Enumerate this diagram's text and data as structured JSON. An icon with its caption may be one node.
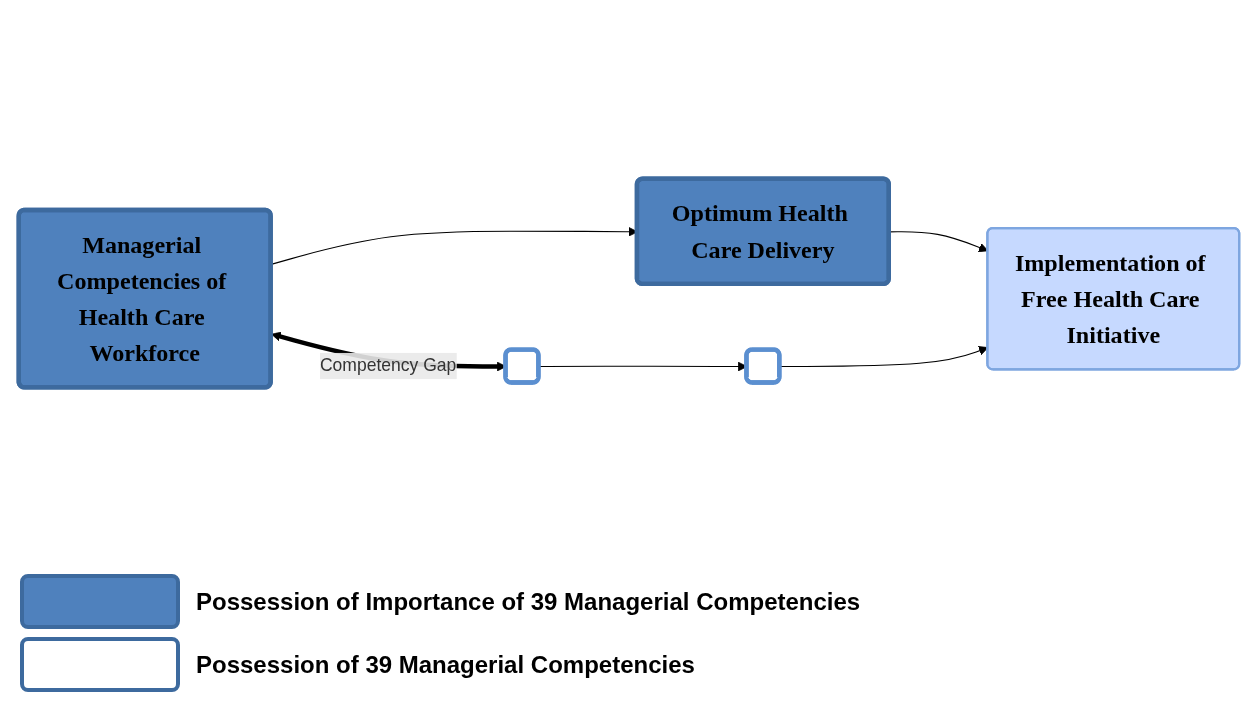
{
  "diagram": {
    "nodes": [
      {
        "text": [
          "Managerial Competencies of Health Care Workforce"
        ]
      },
      {
        "text": [
          "Optimum Health Care Delivery"
        ]
      },
      {
        "text": [
          "Implementation of Free Health Care Initiative"
        ]
      },
      {
        "text": [],
        "shape": "box"
      },
      {
        "text": [],
        "shape": "box"
      }
    ],
    "edges": [
      {
        "from": 0,
        "to": 1,
        "arrow": "to"
      },
      {
        "from": 1,
        "to": 2,
        "arrow": "to"
      },
      {
        "from": 0,
        "to": 3,
        "arrow": "both",
        "label": "Competency Gap",
        "style": "thick"
      },
      {
        "from": 3,
        "to": 4,
        "arrow": "to"
      },
      {
        "from": 4,
        "to": 2,
        "arrow": "to"
      }
    ],
    "legend": [
      {
        "text": "Possession of Importance of 39 Managerial Competencies",
        "color": "#4f81bd"
      },
      {
        "text": "Possession of 39 Managerial Competencies",
        "color": "#ffffff"
      }
    ]
  }
}
